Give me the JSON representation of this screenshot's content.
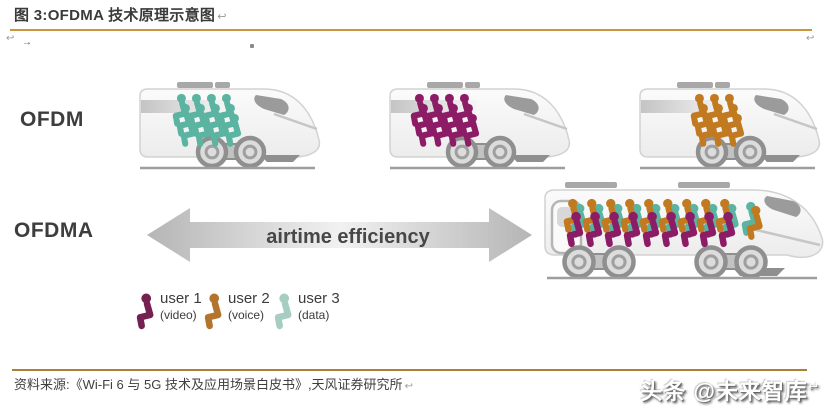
{
  "header": {
    "title": "图 3:OFDMA 技术原理示意图"
  },
  "marks": {
    "pilcrow": "↩",
    "arrow_mark": "→"
  },
  "diagram": {
    "row_labels": [
      "OFDM",
      "OFDMA"
    ],
    "arrow_label": "airtime efficiency",
    "users": {
      "user1": {
        "label": "user 1",
        "sublabel": "(video)",
        "train_color": "#8d1c66",
        "legend_color": "#74214f"
      },
      "user2": {
        "label": "user 2",
        "sublabel": "(voice)",
        "train_color": "#c17a20",
        "legend_color": "#b3752e"
      },
      "user3": {
        "label": "user 3",
        "sublabel": "(data)",
        "train_color": "#5ab4a1",
        "legend_color": "#a7ccc2"
      }
    },
    "ofdm_trains": [
      {
        "user": "user3",
        "cols": 4
      },
      {
        "user": "user1",
        "cols": 4
      },
      {
        "user": "user2",
        "cols": 3
      }
    ],
    "ofdma_train": {
      "back_user": "user2",
      "mid_user": "user3",
      "front_user": "user1",
      "cols": 10
    }
  },
  "source": {
    "text": "资料来源:《Wi-Fi 6 与 5G 技术及应用场景白皮书》,天风证券研究所"
  },
  "watermark": {
    "text": "头条 @未来智库"
  },
  "colors": {
    "accent_rule_top": "#c9963f",
    "accent_rule_bottom": "#ab8038",
    "title_text": "#3a3a3a",
    "label_text": "#3d3d3d",
    "arrow_text": "#474747",
    "train_body_light": "#f6f6f6",
    "train_body_shade": "#ebebeb",
    "train_outline": "#d2d2d2",
    "train_dark": "#9b9b9b",
    "roof_bar": "#a8a8a8",
    "wheel_ring": "#8f8f8f",
    "ground": "#9e9e9e"
  }
}
